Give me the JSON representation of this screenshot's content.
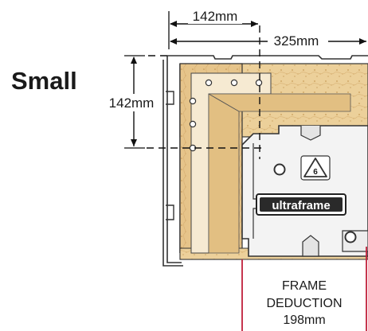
{
  "title": "Small",
  "dimensions": {
    "top_short": "142mm",
    "top_long": "325mm",
    "left_vertical": "142mm"
  },
  "deduction": {
    "line1": "FRAME",
    "line2": "DEDUCTION",
    "line3": "198mm"
  },
  "logo": {
    "brand": "ultraframe",
    "recycle_code": "6"
  },
  "colors": {
    "wood": "#e8c88c",
    "wood_dark": "#c79a55",
    "wood_light": "#f3dcae",
    "plastic": "#f4f4f4",
    "outline": "#333333",
    "deduction_line": "#c0203a"
  }
}
